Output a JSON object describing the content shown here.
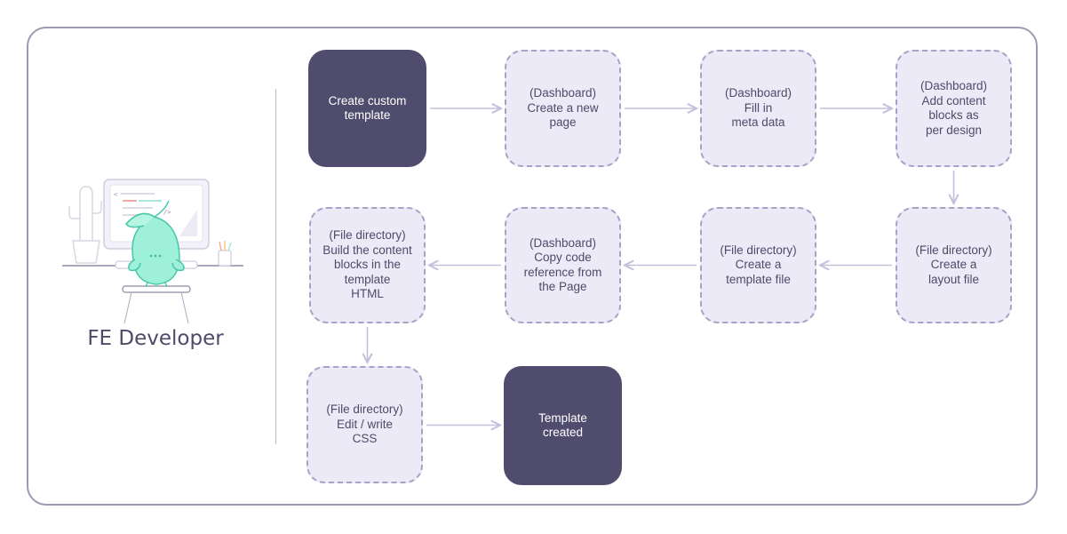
{
  "persona": {
    "title": "FE Developer"
  },
  "colors": {
    "solid_fill": "#4f4c6d",
    "dashed_fill": "#ebeaf6",
    "dashed_border": "#a7a2c6",
    "arrow": "#c3bfdd",
    "frame": "#9e99b3",
    "accent_character": "#7fe6c8"
  },
  "steps": [
    {
      "id": "create-custom-template",
      "label": "Create custom\ntemplate",
      "style": "solid"
    },
    {
      "id": "create-new-page",
      "label": "(Dashboard)\nCreate a new\npage",
      "style": "dashed"
    },
    {
      "id": "fill-meta-data",
      "label": "(Dashboard)\nFill in\nmeta data",
      "style": "dashed"
    },
    {
      "id": "add-content-blocks",
      "label": "(Dashboard)\nAdd content\nblocks as\nper design",
      "style": "dashed"
    },
    {
      "id": "create-layout-file",
      "label": "(File directory)\nCreate a\nlayout file",
      "style": "dashed"
    },
    {
      "id": "create-template-file",
      "label": "(File directory)\nCreate a\ntemplate file",
      "style": "dashed"
    },
    {
      "id": "copy-code-reference",
      "label": "(Dashboard)\nCopy code\nreference from\nthe Page",
      "style": "dashed"
    },
    {
      "id": "build-content-blocks",
      "label": "(File directory)\nBuild the content\nblocks in the\ntemplate\nHTML",
      "style": "dashed"
    },
    {
      "id": "edit-write-css",
      "label": "(File directory)\nEdit / write\nCSS",
      "style": "dashed"
    },
    {
      "id": "template-created",
      "label": "Template\ncreated",
      "style": "solid"
    }
  ],
  "connections": [
    {
      "from": "create-custom-template",
      "to": "create-new-page"
    },
    {
      "from": "create-new-page",
      "to": "fill-meta-data"
    },
    {
      "from": "fill-meta-data",
      "to": "add-content-blocks"
    },
    {
      "from": "add-content-blocks",
      "to": "create-layout-file"
    },
    {
      "from": "create-layout-file",
      "to": "create-template-file"
    },
    {
      "from": "create-template-file",
      "to": "copy-code-reference"
    },
    {
      "from": "copy-code-reference",
      "to": "build-content-blocks"
    },
    {
      "from": "build-content-blocks",
      "to": "edit-write-css"
    },
    {
      "from": "edit-write-css",
      "to": "template-created"
    }
  ]
}
